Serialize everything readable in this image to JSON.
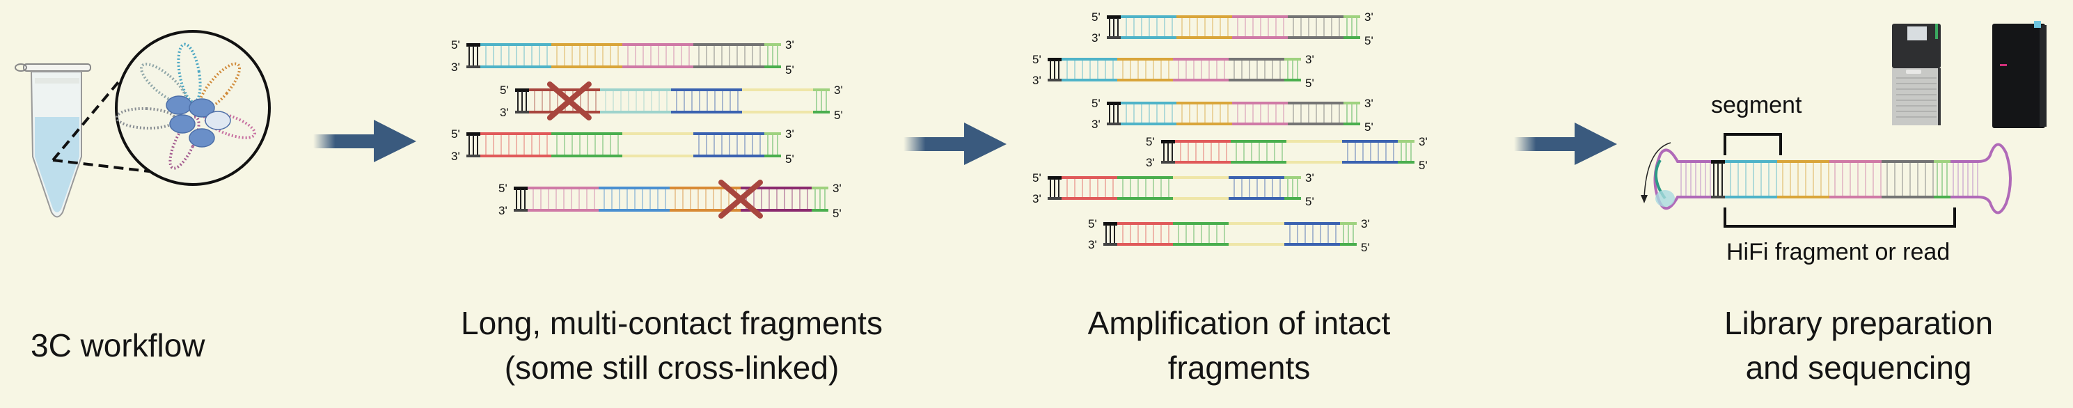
{
  "colors": {
    "background": "#f7f6e4",
    "arrow": "#3a5a7e",
    "cross": "#a8463e",
    "cyan": "#4fb3c8",
    "gold": "#d9a53a",
    "pink": "#cf7aa6",
    "gray": "#747474",
    "lightgreen": "#9fd27f",
    "green": "#4aae4e",
    "red": "#e05a5a",
    "blue": "#3b62b0",
    "paleyellow": "#efe6a8",
    "darkred": "#a8463e",
    "teal": "#9ed3cc",
    "midblue": "#4a8fd0",
    "orange": "#d88a35",
    "purple": "#8a2a6e",
    "hairpin": "#b06ab8",
    "black": "#111111"
  },
  "panels": [
    {
      "id": "3c-workflow",
      "caption_lines": [
        "3C workflow"
      ]
    },
    {
      "id": "fragments",
      "caption_lines": [
        "Long, multi-contact fragments",
        "(some still cross-linked)"
      ],
      "strands": [
        {
          "segments": [
            "cyan",
            "gold",
            "pink",
            "gray"
          ],
          "crosslinked": false,
          "cross_segment": null
        },
        {
          "segments": [
            "darkred",
            "teal",
            "blue",
            "paleyellow"
          ],
          "crosslinked": true,
          "cross_segment": 0
        },
        {
          "segments": [
            "red",
            "green",
            "paleyellow",
            "blue"
          ],
          "crosslinked": false,
          "cross_segment": null
        },
        {
          "segments": [
            "pink",
            "midblue",
            "orange",
            "purple"
          ],
          "crosslinked": true,
          "cross_segment": 2
        }
      ]
    },
    {
      "id": "amplification",
      "caption_lines": [
        "Amplification of intact",
        "fragments"
      ],
      "strands": [
        {
          "segments": [
            "cyan",
            "gold",
            "pink",
            "gray"
          ]
        },
        {
          "segments": [
            "cyan",
            "gold",
            "pink",
            "gray"
          ]
        },
        {
          "segments": [
            "cyan",
            "gold",
            "pink",
            "gray"
          ]
        },
        {
          "segments": [
            "red",
            "green",
            "paleyellow",
            "blue"
          ]
        },
        {
          "segments": [
            "red",
            "green",
            "paleyellow",
            "blue"
          ]
        },
        {
          "segments": [
            "red",
            "green",
            "paleyellow",
            "blue"
          ]
        }
      ]
    },
    {
      "id": "library",
      "caption_lines": [
        "Library preparation",
        "and sequencing"
      ],
      "segment_label": "segment",
      "read_label": "HiFi fragment or read",
      "strand_segments": [
        "cyan",
        "gold",
        "pink",
        "gray"
      ]
    }
  ],
  "end_labels": {
    "five_prime": "5'",
    "three_prime": "3'"
  },
  "icons": [
    "microcentrifuge-tube-icon",
    "chromatin-loops-icon",
    "flow-arrow-icon",
    "sequencer-instrument-icon"
  ]
}
